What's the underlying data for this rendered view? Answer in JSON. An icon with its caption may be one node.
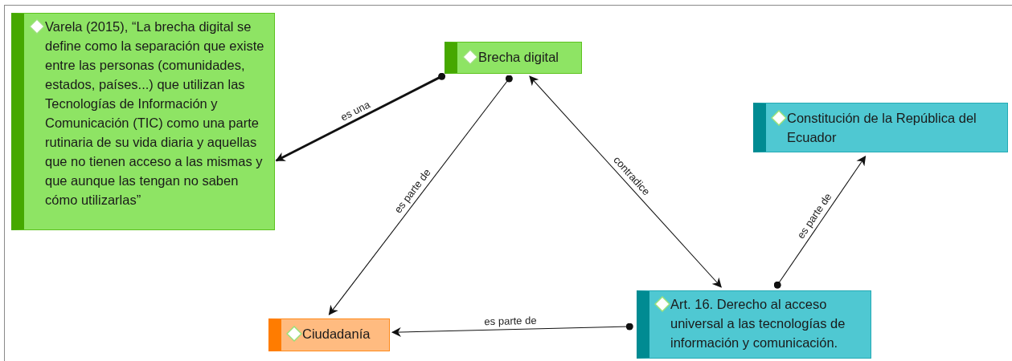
{
  "diagram": {
    "nodes": [
      {
        "text": [
          "Varela (2015), “La brecha digital se define como la separación que existe entre las personas (comunidades, estados, países...) que utilizan las Tecnologías de Información y Comunicación (TIC) como una parte rutinaria de su vida diaria y aquellas que no tienen acceso a las mismas y que aunque las tengan no saben cómo utilizarlas”"
        ]
      },
      {
        "text": [
          "Brecha digital"
        ]
      },
      {
        "text": [
          "Constitución de la República del Ecuador"
        ]
      },
      {
        "text": [
          "Ciudadanía"
        ]
      },
      {
        "text": [
          "Art. 16. Derecho al acceso universal a las tecnologías de información y comunicación."
        ]
      }
    ],
    "edges": [
      {
        "from": 1,
        "to": 0,
        "arrow": "to",
        "label": "es una",
        "style": "thick"
      },
      {
        "from": 1,
        "to": 3,
        "arrow": "to",
        "label": "es parte de"
      },
      {
        "from": 1,
        "to": 4,
        "arrow": "both",
        "label": "contradice"
      },
      {
        "from": 4,
        "to": 2,
        "arrow": "to",
        "label": "es parte de"
      },
      {
        "from": 4,
        "to": 3,
        "arrow": "to",
        "label": "es parte de"
      }
    ]
  }
}
